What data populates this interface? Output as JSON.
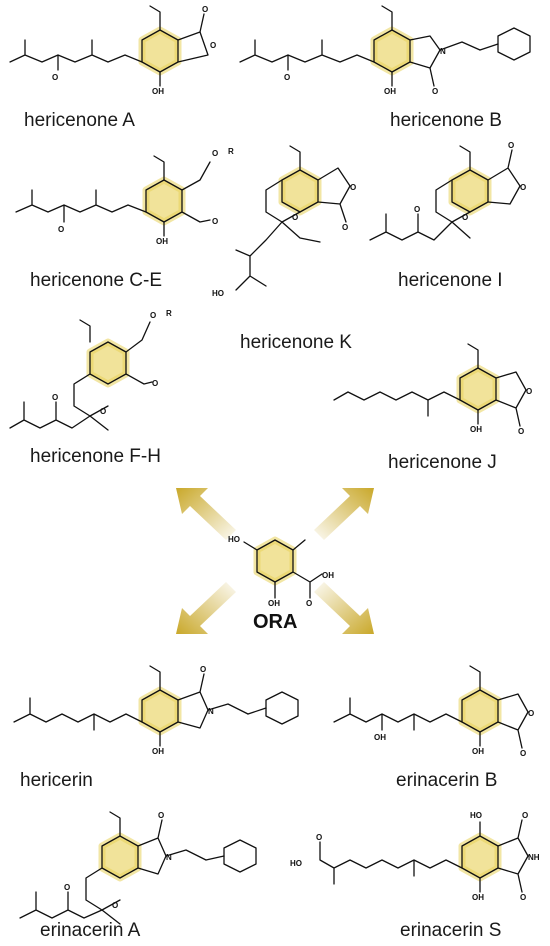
{
  "compounds": {
    "hericenone_a": "hericenone A",
    "hericenone_b": "hericenone B",
    "hericenone_ce": "hericenone C-E",
    "hericenone_k": "hericenone K",
    "hericenone_i": "hericenone I",
    "hericenone_fh": "hericenone F-H",
    "hericenone_j": "hericenone J",
    "hericerin": "hericerin",
    "erinacerin_b": "erinacerin B",
    "erinacerin_a": "erinacerin A",
    "erinacerin_s": "erinacerin S"
  },
  "core": {
    "label": "ORA"
  },
  "atoms": {
    "O": "O",
    "OH": "OH",
    "HO": "HO",
    "N": "N",
    "NH": "NH",
    "R": "R"
  },
  "colors": {
    "highlight": "#e8d15a",
    "arrow": "#c9a82a",
    "text": "#1a1a1a"
  }
}
